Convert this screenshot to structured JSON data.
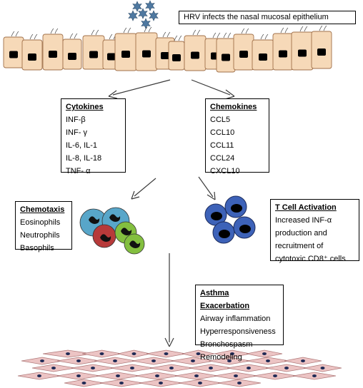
{
  "title": "HRV infects the nasal mucosal epithelium",
  "cytokines": {
    "heading": "Cytokines",
    "items": [
      "INF-β",
      "INF- γ",
      "IL-6, IL-1",
      "IL-8, IL-18",
      "TNF- α"
    ]
  },
  "chemokines": {
    "heading": "Chemokines",
    "items": [
      "CCL5",
      "CCL10",
      "CCL11",
      "CCL24",
      "CXCL10"
    ]
  },
  "chemotaxis": {
    "heading": "Chemotaxis",
    "items": [
      "Eosinophils",
      "Neutrophils",
      "Basophils"
    ]
  },
  "tcell": {
    "heading": "T Cell Activation",
    "items": [
      "Increased INF-α",
      "production and",
      "recruitment of",
      "cytotoxic CD8⁺ cells"
    ]
  },
  "asthma": {
    "heading": "Asthma Exacerbation",
    "items": [
      "Airway inflammation",
      "Hyperresponsiveness",
      "Bronchospasm",
      "Remodeling"
    ]
  },
  "colors": {
    "epithelium_fill": "#f6d9b8",
    "epithelium_stroke": "#a0704a",
    "virus": "#4f79a1",
    "eosinophil": "#58a6c9",
    "neutrophil_red": "#b73a3a",
    "basophil_green": "#83bf3f",
    "tcell_blue": "#3d62b8",
    "smooth_muscle": "#ecc4c4",
    "smooth_muscle_stroke": "#b07a7a",
    "nucleus": "#1f2a55"
  }
}
